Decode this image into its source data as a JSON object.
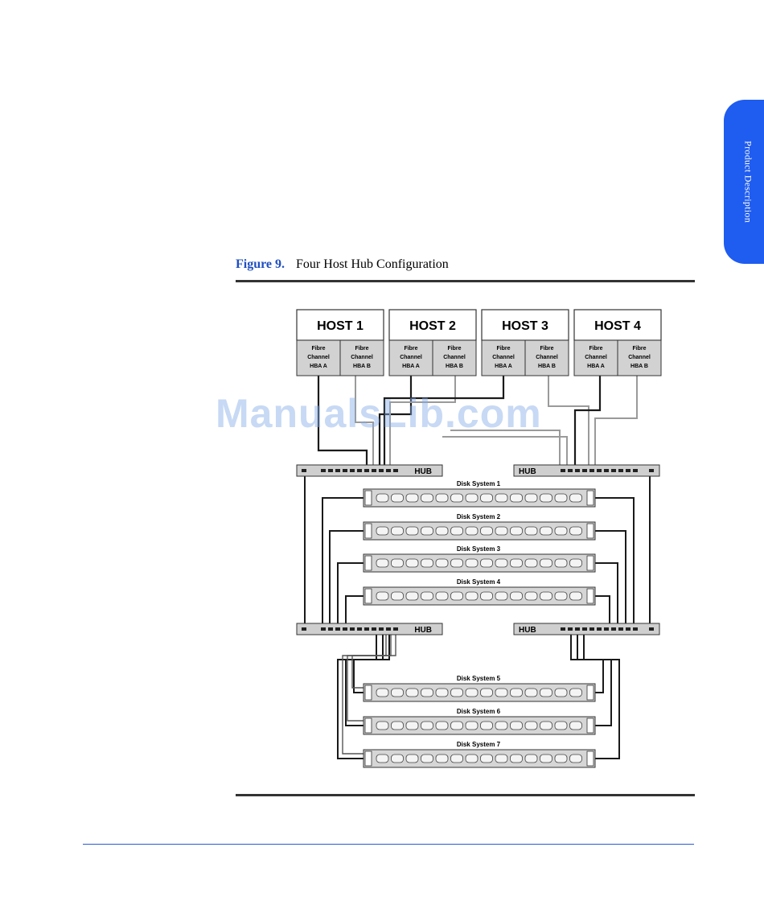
{
  "side_tab": {
    "label": "Product Description",
    "color": "#1f5cf0"
  },
  "figure": {
    "number": "Figure 9.",
    "title": "Four Host Hub Configuration"
  },
  "hosts": [
    {
      "name": "HOST 1",
      "hba": [
        [
          "Fibre",
          "Channel",
          "HBA A"
        ],
        [
          "Fibre",
          "Channel",
          "HBA B"
        ]
      ]
    },
    {
      "name": "HOST 2",
      "hba": [
        [
          "Fibre",
          "Channel",
          "HBA A"
        ],
        [
          "Fibre",
          "Channel",
          "HBA B"
        ]
      ]
    },
    {
      "name": "HOST 3",
      "hba": [
        [
          "Fibre",
          "Channel",
          "HBA A"
        ],
        [
          "Fibre",
          "Channel",
          "HBA B"
        ]
      ]
    },
    {
      "name": "HOST 4",
      "hba": [
        [
          "Fibre",
          "Channel",
          "HBA A"
        ],
        [
          "Fibre",
          "Channel",
          "HBA B"
        ]
      ]
    }
  ],
  "hub_label": "HUB",
  "disk_systems": [
    "Disk System 1",
    "Disk System 2",
    "Disk System 3",
    "Disk System 4",
    "Disk System 5",
    "Disk System 6",
    "Disk System 7"
  ],
  "watermark": "ManualsLib.com"
}
